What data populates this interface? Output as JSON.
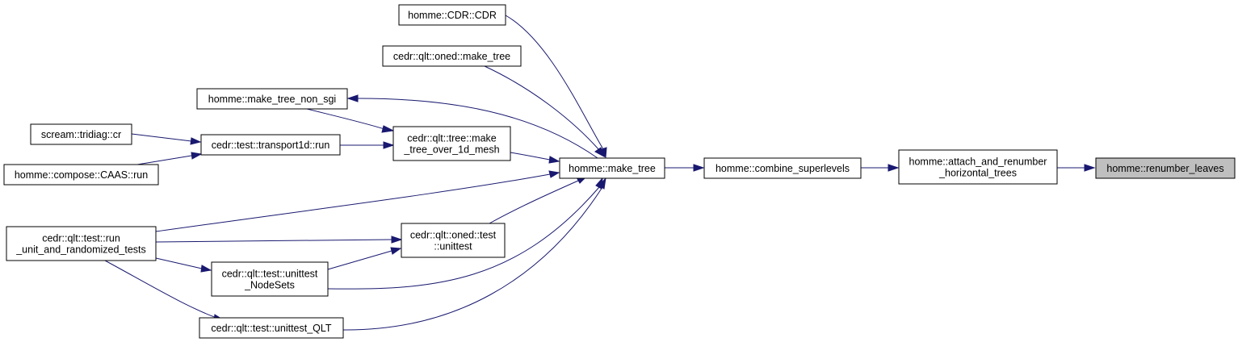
{
  "nodes": [
    {
      "id": "renumber_leaves",
      "lines": [
        "homme::renumber_leaves"
      ],
      "current": true
    },
    {
      "id": "attach",
      "lines": [
        "homme::attach_and_renumber",
        "_horizontal_trees"
      ]
    },
    {
      "id": "combine",
      "lines": [
        "homme::combine_superlevels"
      ]
    },
    {
      "id": "make_tree",
      "lines": [
        "homme::make_tree"
      ]
    },
    {
      "id": "cdr",
      "lines": [
        "homme::CDR::CDR"
      ]
    },
    {
      "id": "oned_make_tree",
      "lines": [
        "cedr::qlt::oned::make_tree"
      ]
    },
    {
      "id": "make_tree_non_sgi",
      "lines": [
        "homme::make_tree_non_sgi"
      ]
    },
    {
      "id": "tree_over_1d",
      "lines": [
        "cedr::qlt::tree::make",
        "_tree_over_1d_mesh"
      ]
    },
    {
      "id": "transport1d",
      "lines": [
        "cedr::test::transport1d::run"
      ]
    },
    {
      "id": "tridiag",
      "lines": [
        "scream::tridiag::cr"
      ]
    },
    {
      "id": "caas",
      "lines": [
        "homme::compose::CAAS::run"
      ]
    },
    {
      "id": "run_unit",
      "lines": [
        "cedr::qlt::test::run",
        "_unit_and_randomized_tests"
      ]
    },
    {
      "id": "oned_unittest",
      "lines": [
        "cedr::qlt::oned::test",
        "::unittest"
      ]
    },
    {
      "id": "nodesets",
      "lines": [
        "cedr::qlt::test::unittest",
        "_NodeSets"
      ]
    },
    {
      "id": "unittest_qlt",
      "lines": [
        "cedr::qlt::test::unittest_QLT"
      ]
    }
  ],
  "edges": [
    {
      "from": "attach",
      "to": "renumber_leaves"
    },
    {
      "from": "combine",
      "to": "attach"
    },
    {
      "from": "make_tree",
      "to": "combine"
    },
    {
      "from": "cdr",
      "to": "make_tree"
    },
    {
      "from": "oned_make_tree",
      "to": "make_tree"
    },
    {
      "from": "make_tree",
      "to": "make_tree_non_sgi"
    },
    {
      "from": "make_tree_non_sgi",
      "to": "tree_over_1d"
    },
    {
      "from": "tree_over_1d",
      "to": "make_tree"
    },
    {
      "from": "transport1d",
      "to": "tree_over_1d"
    },
    {
      "from": "tridiag",
      "to": "transport1d"
    },
    {
      "from": "caas",
      "to": "transport1d"
    },
    {
      "from": "run_unit",
      "to": "make_tree"
    },
    {
      "from": "oned_unittest",
      "to": "make_tree"
    },
    {
      "from": "run_unit",
      "to": "oned_unittest"
    },
    {
      "from": "nodesets",
      "to": "oned_unittest"
    },
    {
      "from": "nodesets",
      "to": "make_tree"
    },
    {
      "from": "run_unit",
      "to": "nodesets"
    },
    {
      "from": "unittest_qlt",
      "to": "make_tree"
    },
    {
      "from": "run_unit",
      "to": "unittest_qlt"
    }
  ],
  "colors": {
    "edge": "#191970",
    "node_border": "#000000",
    "current_fill": "#bfbfbf",
    "node_fill": "#ffffff"
  }
}
